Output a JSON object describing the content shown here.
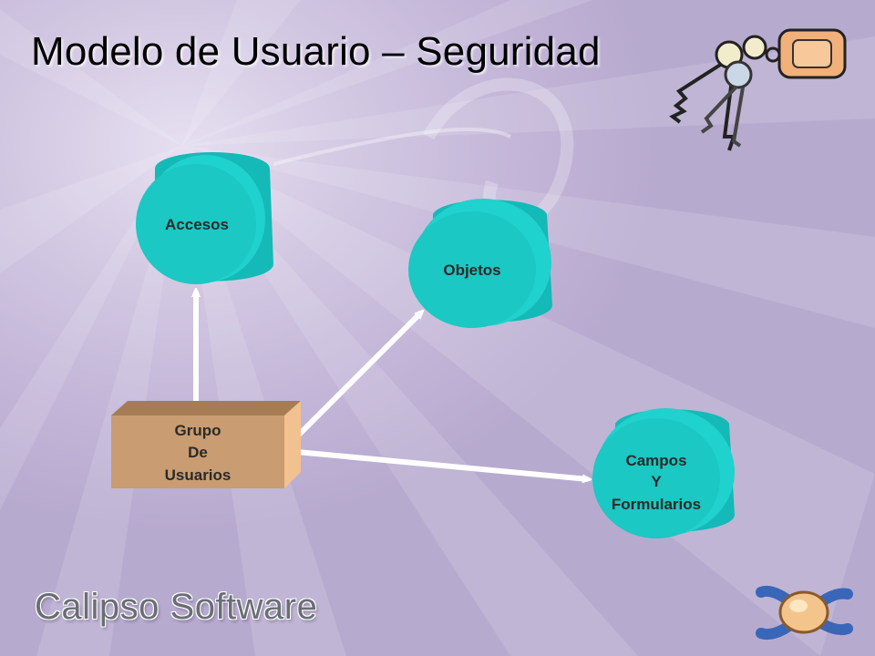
{
  "slide": {
    "title": "Modelo de Usuario – Seguridad",
    "logo_text": "Calipso Software"
  },
  "nodes": {
    "accesos": "Accesos",
    "objetos": "Objetos",
    "campos": [
      "Campos",
      "Y",
      "Formularios"
    ],
    "grupo": [
      "Grupo",
      "De",
      "Usuarios"
    ]
  },
  "colors": {
    "cylinder_side": "#1cc9c4",
    "cylinder_top": "#18b4b2",
    "box_front": "#c99d72",
    "box_top": "#a77d55",
    "box_side": "#f0c191",
    "arrow": "#ffffff"
  },
  "icons": {
    "keys": "keys-icon",
    "emblem": "calipso-emblem-icon"
  }
}
